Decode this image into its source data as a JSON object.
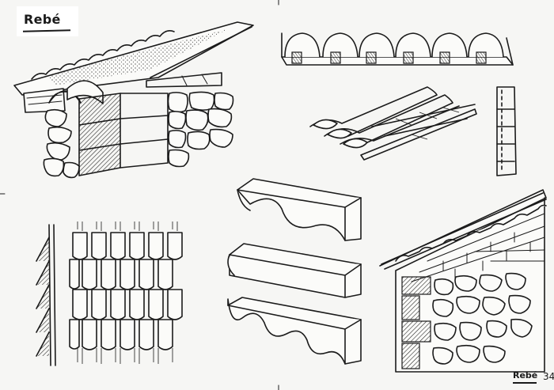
{
  "title": "Rebé",
  "signature": "Rebé",
  "page_number": "34"
}
